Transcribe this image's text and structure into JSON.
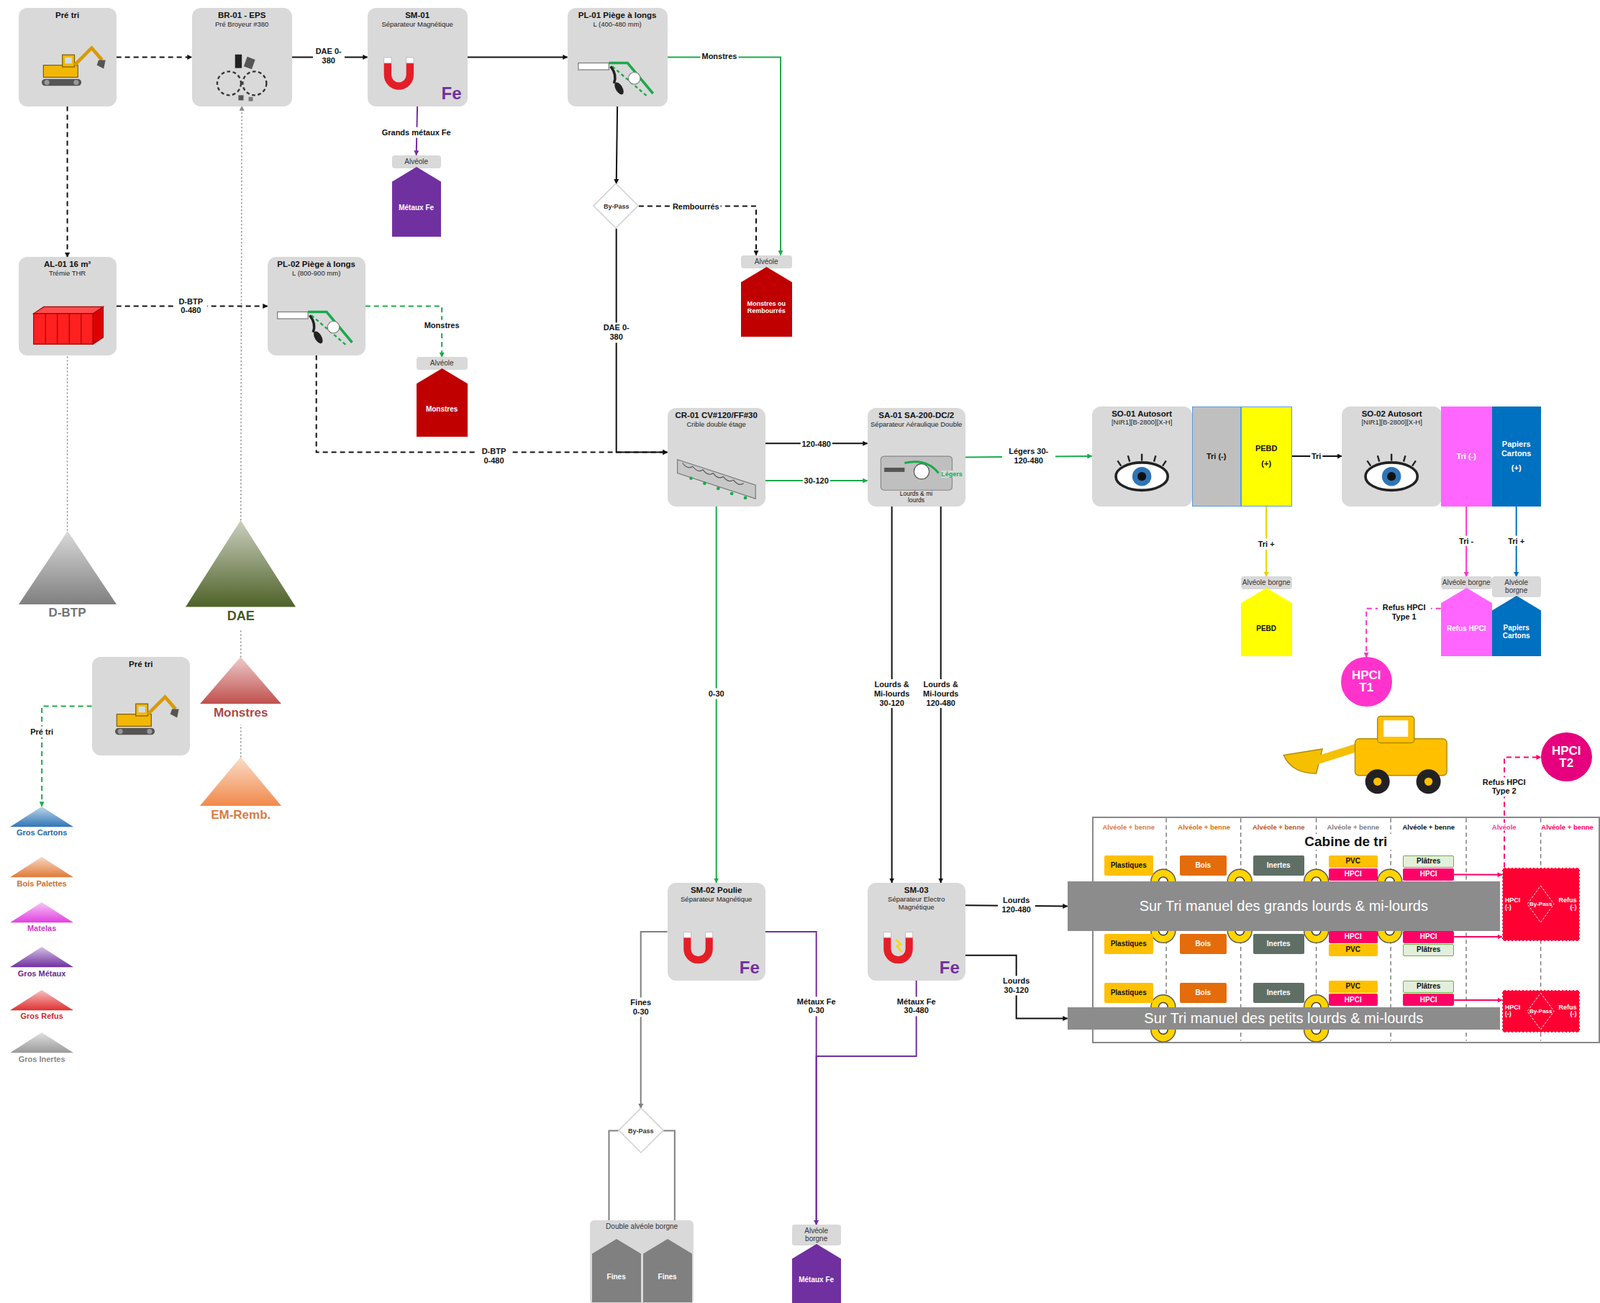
{
  "diagram": {
    "nodes": [
      {
        "text": [
          "Pré tri"
        ]
      },
      {
        "text": [
          "BR-01 - EPS",
          "Pré Broyeur #380"
        ]
      },
      {
        "text": [
          "SM-01",
          "Séparateur Magnétique",
          "Fe"
        ]
      },
      {
        "text": [
          "PL-01 Piège à longs",
          "L (400-480 mm)"
        ]
      },
      {
        "text": [
          "Alvéole",
          "Métaux Fe"
        ]
      },
      {
        "text": [
          "By-Pass"
        ]
      },
      {
        "text": [
          "Alvéole",
          "Monstres ou Rembourrés"
        ]
      },
      {
        "text": [
          "AL-01 16 m³",
          "Trémie THR"
        ]
      },
      {
        "text": [
          "PL-02 Piège à longs",
          "L (800-900 mm)"
        ]
      },
      {
        "text": [
          "Alvéole",
          "Monstres"
        ]
      },
      {
        "text": [
          "CR-01 CV#120/FF#30",
          "Crible double étage"
        ]
      },
      {
        "text": [
          "SA-01 SA-200-DC/2",
          "Séparateur Aéraulique Double",
          "Lourds & mi lourds",
          "Légers"
        ]
      },
      {
        "text": [
          "SO-01 Autosort",
          "[NIR1][B-2800][X-H]"
        ]
      },
      {
        "text": [
          "Tri (-)"
        ]
      },
      {
        "text": [
          "PEBD",
          "(+)"
        ]
      },
      {
        "text": [
          "SO-02 Autosort",
          "[NIR1][B-2800][X-H]"
        ]
      },
      {
        "text": [
          "Tri (-)"
        ]
      },
      {
        "text": [
          "Papiers Cartons",
          "(+)"
        ]
      },
      {
        "text": [
          "Alvéole borgne",
          "PEBD"
        ]
      },
      {
        "text": [
          "Alvéole borgne",
          "Refus HPCI"
        ]
      },
      {
        "text": [
          "Alvéole borgne",
          "Papiers Cartons"
        ]
      },
      {
        "text": [
          "HPCI T1"
        ]
      },
      {
        "text": [
          "HPCI T2"
        ]
      },
      {
        "text": [
          "Pré tri"
        ]
      },
      {
        "text": [
          "D-BTP"
        ]
      },
      {
        "text": [
          "DAE"
        ]
      },
      {
        "text": [
          "Monstres"
        ]
      },
      {
        "text": [
          "EM-Remb."
        ]
      },
      {
        "text": [
          "Gros Cartons"
        ]
      },
      {
        "text": [
          "Bois Palettes"
        ]
      },
      {
        "text": [
          "Matelas"
        ]
      },
      {
        "text": [
          "Gros Métaux"
        ]
      },
      {
        "text": [
          "Gros Refus"
        ]
      },
      {
        "text": [
          "Gros Inertes"
        ]
      },
      {
        "text": [
          "SM-02 Poulie",
          "Séparateur Magnétique",
          "Fe"
        ]
      },
      {
        "text": [
          "SM-03",
          "Séparateur Electro Magnétique",
          "Fe"
        ]
      },
      {
        "text": [
          "By-Pass"
        ]
      },
      {
        "text": [
          "Double alvéole borgne"
        ]
      },
      {
        "text": [
          "Fines"
        ],
        "in": 37
      },
      {
        "text": [
          "Fines"
        ],
        "in": 37
      },
      {
        "text": [
          "Alvéole borgne",
          "Métaux Fe"
        ]
      },
      {
        "text": [
          "Cabine de tri"
        ]
      },
      {
        "text": [
          "Plastiques"
        ],
        "in": 41
      },
      {
        "text": [
          "Bois"
        ],
        "in": 41
      },
      {
        "text": [
          "Inertes"
        ],
        "in": 41
      },
      {
        "text": [
          "PVC"
        ],
        "in": 41
      },
      {
        "text": [
          "HPCI"
        ],
        "in": 41
      },
      {
        "text": [
          "Plâtres"
        ],
        "in": 41
      },
      {
        "text": [
          "HPCI"
        ],
        "in": 41
      },
      {
        "text": [
          "Plastiques"
        ],
        "in": 41
      },
      {
        "text": [
          "Bois"
        ],
        "in": 41
      },
      {
        "text": [
          "Inertes"
        ],
        "in": 41
      },
      {
        "text": [
          "HPCI"
        ],
        "in": 41
      },
      {
        "text": [
          "PVC"
        ],
        "in": 41
      },
      {
        "text": [
          "HPCI"
        ],
        "in": 41
      },
      {
        "text": [
          "Plâtres"
        ],
        "in": 41
      },
      {
        "text": [
          "Plastiques"
        ],
        "in": 41
      },
      {
        "text": [
          "Bois"
        ],
        "in": 41
      },
      {
        "text": [
          "Inertes"
        ],
        "in": 41
      },
      {
        "text": [
          "PVC"
        ],
        "in": 41
      },
      {
        "text": [
          "HPCI"
        ],
        "in": 41
      },
      {
        "text": [
          "Plâtres"
        ],
        "in": 41
      },
      {
        "text": [
          "HPCI"
        ],
        "in": 41
      },
      {
        "text": [
          "HPCI (-)",
          "Refus (-)"
        ],
        "in": 41
      },
      {
        "text": [
          "By-Pass"
        ],
        "in": 63
      },
      {
        "text": [
          "HPCI (-)",
          "Refus (-)"
        ],
        "in": 41
      },
      {
        "text": [
          "By-Pass"
        ],
        "in": 65
      },
      {
        "text": [
          "Sur Tri manuel des grands lourds & mi-lourds"
        ]
      },
      {
        "text": [
          "Sur Tri manuel des petits lourds & mi-lourds"
        ]
      }
    ],
    "edges": [
      {
        "from": 0,
        "to": 1,
        "arrow": "to"
      },
      {
        "from": 0,
        "to": 7,
        "arrow": "to"
      },
      {
        "from": 1,
        "to": 2,
        "label": "DAE 0-380",
        "arrow": "to"
      },
      {
        "from": 2,
        "to": 3,
        "arrow": "to"
      },
      {
        "from": 2,
        "to": 4,
        "label": "Grands métaux Fe",
        "arrow": "to"
      },
      {
        "from": 3,
        "to": 6,
        "label": "Monstres",
        "arrow": "to"
      },
      {
        "from": 3,
        "to": 5,
        "arrow": "to"
      },
      {
        "from": 5,
        "to": 6,
        "label": "Rembourrés",
        "arrow": "to"
      },
      {
        "from": 5,
        "to": 10,
        "label": "DAE 0-380",
        "arrow": "to"
      },
      {
        "from": 7,
        "to": 8,
        "label": "D-BTP 0-480",
        "arrow": "to"
      },
      {
        "from": 8,
        "to": 9,
        "label": "Monstres",
        "arrow": "to"
      },
      {
        "from": 8,
        "to": 10,
        "label": "D-BTP 0-480",
        "arrow": "to"
      },
      {
        "from": 24,
        "to": 7,
        "arrow": "none"
      },
      {
        "from": 25,
        "to": 1,
        "arrow": "to"
      },
      {
        "from": 26,
        "to": 25,
        "arrow": "none"
      },
      {
        "from": 27,
        "to": 26,
        "arrow": "none"
      },
      {
        "from": 23,
        "to": 28,
        "label": "Pré tri",
        "arrow": "to"
      },
      {
        "from": 10,
        "to": 11,
        "label": "120-480",
        "arrow": "to"
      },
      {
        "from": 10,
        "to": 11,
        "label": "30-120",
        "arrow": "to"
      },
      {
        "from": 10,
        "to": 34,
        "label": "0-30",
        "arrow": "to"
      },
      {
        "from": 11,
        "to": 12,
        "label": "Légers 30-120-480",
        "arrow": "to"
      },
      {
        "from": 11,
        "to": 35,
        "label": "Lourds & Mi-lourds 30-120",
        "arrow": "to"
      },
      {
        "from": 11,
        "to": 35,
        "label": "Lourds & Mi-lourds 120-480",
        "arrow": "to"
      },
      {
        "from": 14,
        "to": 15,
        "label": "Tri",
        "arrow": "to"
      },
      {
        "from": 14,
        "to": 18,
        "label": "Tri +",
        "arrow": "to"
      },
      {
        "from": 16,
        "to": 19,
        "label": "Tri -",
        "arrow": "to"
      },
      {
        "from": 17,
        "to": 20,
        "label": "Tri +",
        "arrow": "to"
      },
      {
        "from": 19,
        "to": 21,
        "label": "Refus HPCI Type 1",
        "arrow": "to"
      },
      {
        "from": 63,
        "to": 22,
        "label": "Refus HPCI Type 2",
        "arrow": "to"
      },
      {
        "from": 35,
        "to": 67,
        "label": "Lourds 120-480",
        "arrow": "to"
      },
      {
        "from": 35,
        "to": 68,
        "label": "Lourds 30-120",
        "arrow": "to"
      },
      {
        "from": 35,
        "to": 40,
        "label": "Métaux Fe 30-480",
        "arrow": "to"
      },
      {
        "from": 34,
        "to": 40,
        "label": "Métaux Fe 0-30",
        "arrow": "to"
      },
      {
        "from": 34,
        "to": 36,
        "label": "Fines 0-30",
        "arrow": "to"
      },
      {
        "from": 36,
        "to": 38,
        "arrow": "to"
      },
      {
        "from": 36,
        "to": 39,
        "arrow": "to"
      },
      {
        "from": 48,
        "to": 63,
        "arrow": "to"
      },
      {
        "from": 54,
        "to": 63,
        "arrow": "to"
      },
      {
        "from": 62,
        "to": 65,
        "arrow": "to"
      }
    ],
    "labels": [
      "Alvéole + benne",
      "Alvéole + benne",
      "Alvéole + benne",
      "Alvéole + benne",
      "Alvéole + benne",
      "Alvéole",
      "Alvéole + benne"
    ]
  }
}
